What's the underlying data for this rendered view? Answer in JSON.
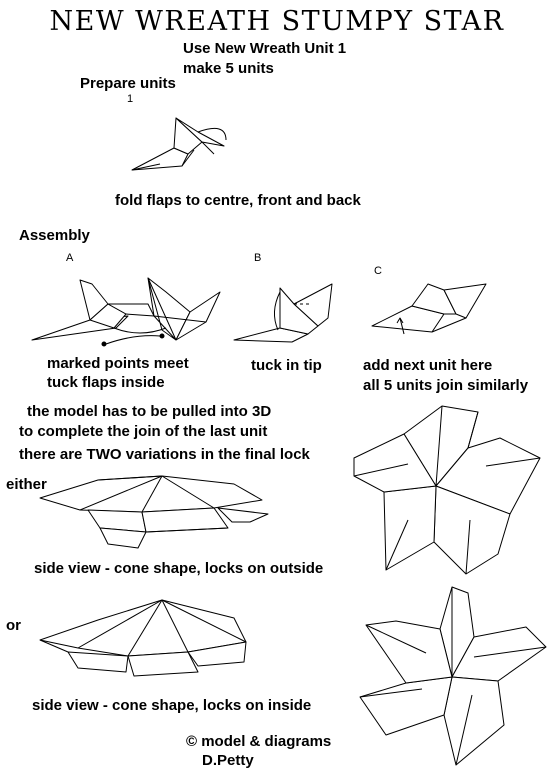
{
  "title": "NEW WREATH STUMPY STAR",
  "intro": {
    "line1": "Use New Wreath Unit 1",
    "line2": "make 5 units"
  },
  "prepare": {
    "heading": "Prepare units",
    "step_mark": "1",
    "caption": "fold flaps to centre, front and back"
  },
  "assembly": {
    "heading": "Assembly",
    "steps": [
      {
        "letter": "A",
        "caption_line1": "marked points meet",
        "caption_line2": "tuck flaps inside"
      },
      {
        "letter": "B",
        "caption_line1": "tuck in tip"
      },
      {
        "letter": "C",
        "caption_line1": "add next unit here",
        "caption_line2": "all 5 units join similarly"
      }
    ]
  },
  "notes": {
    "line1": "the model has to be pulled into 3D",
    "line2": "to complete the join of the last unit",
    "line3": "there are TWO variations in the final lock"
  },
  "variant1": {
    "label": "either",
    "caption": "side view - cone shape, locks on outside"
  },
  "variant2": {
    "label": "or",
    "caption": "side view - cone shape, locks on inside"
  },
  "credit": {
    "line1": "© model & diagrams",
    "line2": "D.Petty"
  }
}
